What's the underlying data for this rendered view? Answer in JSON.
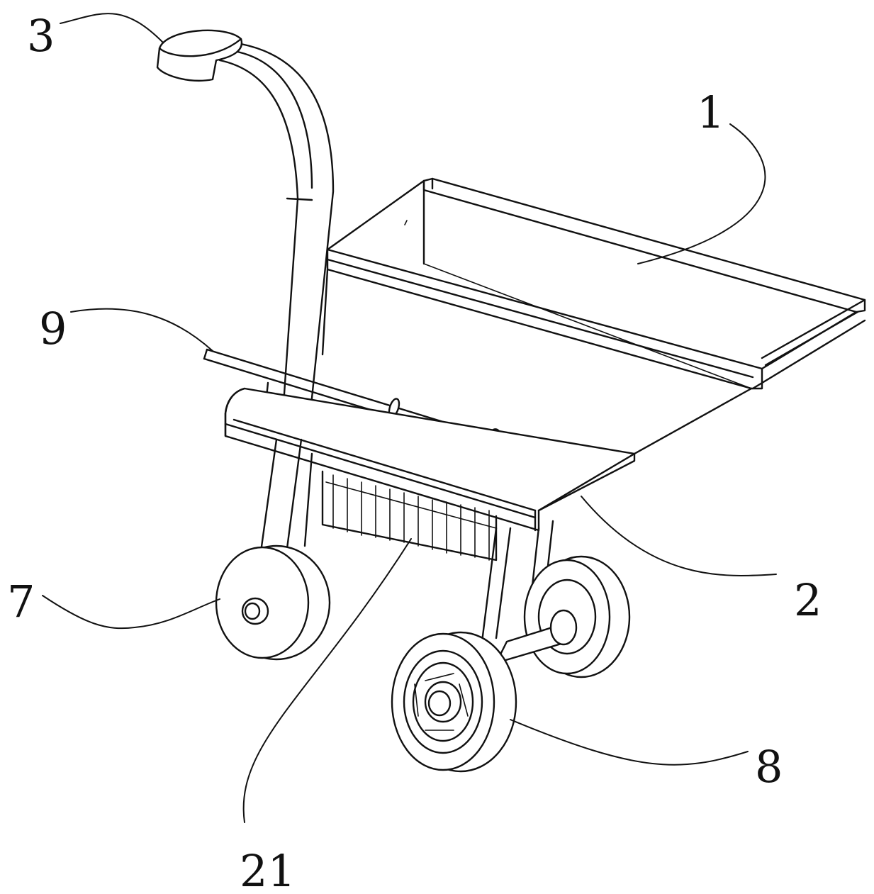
{
  "callouts": {
    "hopper": "1",
    "base_frame": "2",
    "handle_grip": "3",
    "rear_wheel": "7",
    "front_wheels": "8",
    "rod": "9",
    "brush_unit": "21"
  }
}
